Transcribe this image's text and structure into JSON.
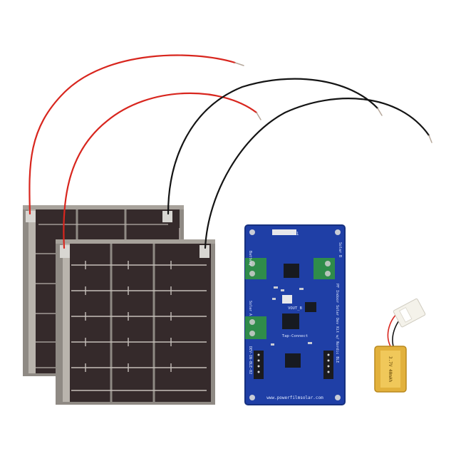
{
  "colors": {
    "background": "#ffffff",
    "panel_cell": "#3a2f2f",
    "panel_border": "#8a857f",
    "pcb_blue": "#1f3fa6",
    "terminal_green": "#2f8c4a",
    "wire_red": "#d8261e",
    "wire_black": "#111111",
    "battery_gold": "#e2b13c"
  },
  "pcb": {
    "url_text": "www.powerfilmsolar.com",
    "label_vout": "VOUT_B",
    "label_tap": "Tap-Connect",
    "label_solar_b": "Solar B",
    "label_solar_a": "Solar A",
    "label_battery": "Battery",
    "label_version": "1-1",
    "label_kit": "PF Indoor Solar Dev Kit w/ Nordic BLE",
    "label_model": "DEV-IN-BLE-02"
  },
  "battery": {
    "label": "3.7V 40mAh"
  }
}
